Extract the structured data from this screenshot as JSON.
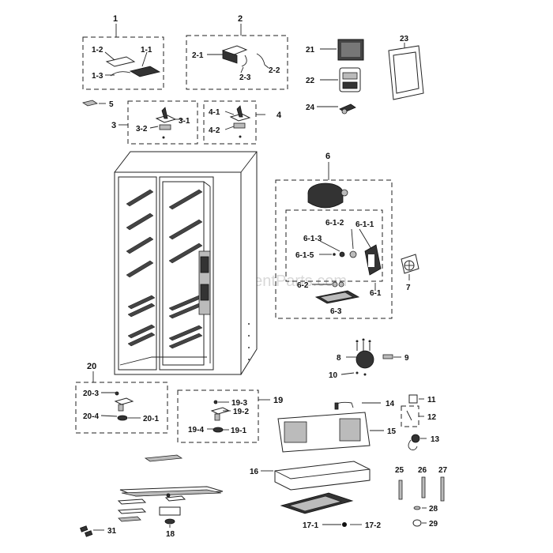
{
  "watermark": "eReplacementParts.com",
  "labels": {
    "l1": "1",
    "l1_1": "1-1",
    "l1_2": "1-2",
    "l1_3": "1-3",
    "l2": "2",
    "l2_1": "2-1",
    "l2_2": "2-2",
    "l2_3": "2-3",
    "l3": "3",
    "l3_1": "3-1",
    "l3_2": "3-2",
    "l4": "4",
    "l4_1": "4-1",
    "l4_2": "4-2",
    "l5": "5",
    "l6": "6",
    "l6_1": "6-1",
    "l6_1_1": "6-1-1",
    "l6_1_2": "6-1-2",
    "l6_1_3": "6-1-3",
    "l6_1_5": "6-1-5",
    "l6_2": "6-2",
    "l6_3": "6-3",
    "l7": "7",
    "l8": "8",
    "l9": "9",
    "l10": "10",
    "l11": "11",
    "l12": "12",
    "l13": "13",
    "l14": "14",
    "l15": "15",
    "l16": "16",
    "l17_1": "17-1",
    "l17_2": "17-2",
    "l18": "18",
    "l19": "19",
    "l19_1": "19-1",
    "l19_2": "19-2",
    "l19_3": "19-3",
    "l19_4": "19-4",
    "l20": "20",
    "l20_1": "20-1",
    "l20_3": "20-3",
    "l20_4": "20-4",
    "l21": "21",
    "l22": "22",
    "l23": "23",
    "l24": "24",
    "l25": "25",
    "l26": "26",
    "l27": "27",
    "l28": "28",
    "l29": "29",
    "l31": "31"
  }
}
